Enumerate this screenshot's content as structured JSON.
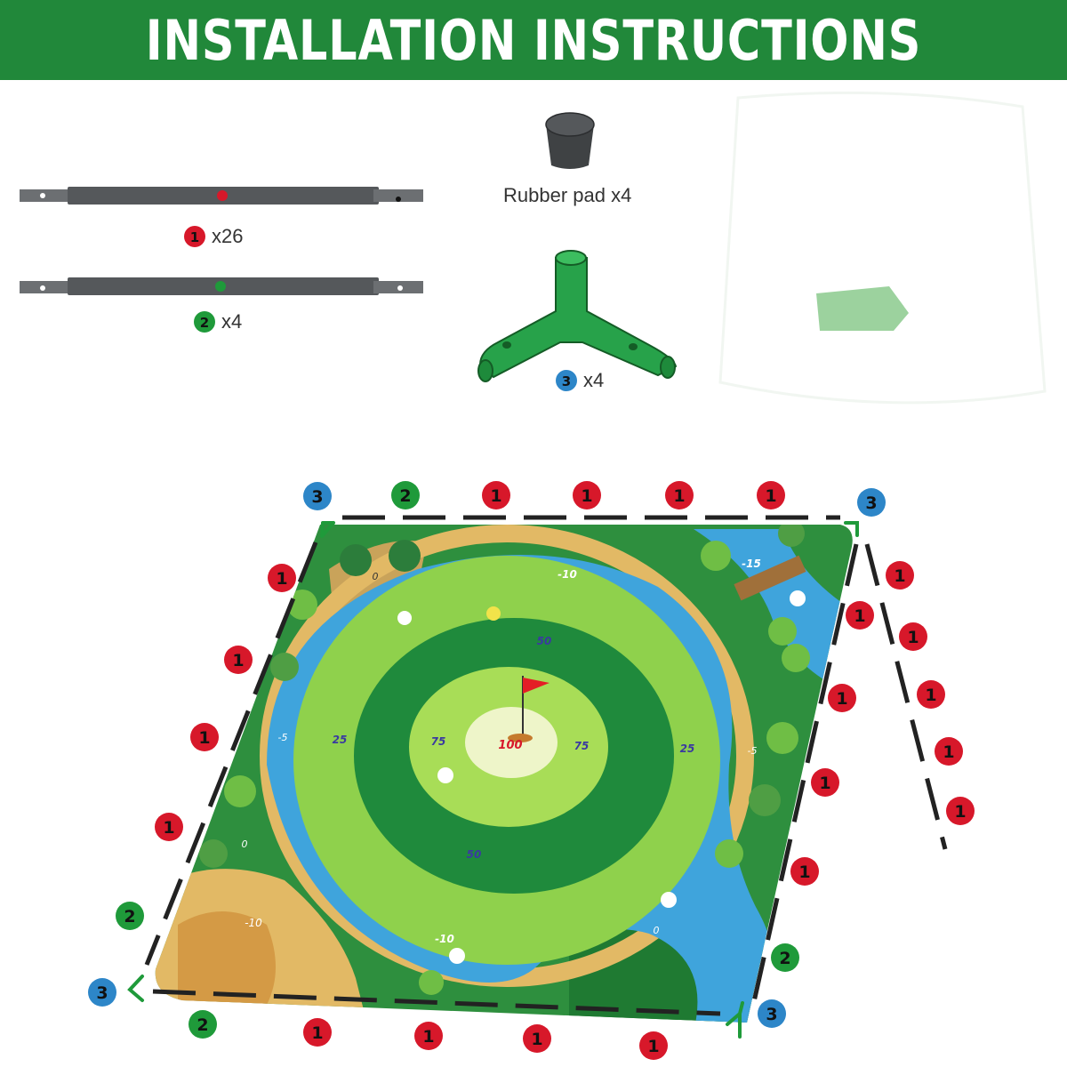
{
  "header": {
    "title": "INSTALLATION INSTRUCTIONS"
  },
  "colors": {
    "banner": "#21883a",
    "pole": "#55585b",
    "red_badge": "#d7182a",
    "green_badge": "#1f9a3a",
    "blue_badge": "#2d86c8",
    "connector": "#27a24a"
  },
  "parts": {
    "pole1": {
      "number": "1",
      "qty": "x26"
    },
    "pole2": {
      "number": "2",
      "qty": "x4"
    },
    "rubber_pad": {
      "label": "Rubber pad x4"
    },
    "connector": {
      "number": "3",
      "qty": "x4"
    }
  },
  "mat": {
    "scores": [
      "-10",
      "-15",
      "0",
      "50",
      "-5",
      "25",
      "75",
      "100",
      "75",
      "25",
      "-5",
      "0",
      "50",
      "-10",
      "-10",
      "0"
    ]
  },
  "diagram": {
    "top": [
      "3",
      "2",
      "1",
      "1",
      "1",
      "1",
      "3"
    ],
    "left": [
      "1",
      "1",
      "1",
      "1",
      "2",
      "3"
    ],
    "right": [
      "1",
      "1",
      "1",
      "1",
      "2",
      "3"
    ],
    "bottom": [
      "2",
      "1",
      "1",
      "1",
      "1"
    ],
    "outer_right": [
      "1",
      "1",
      "1",
      "1",
      "1"
    ]
  }
}
